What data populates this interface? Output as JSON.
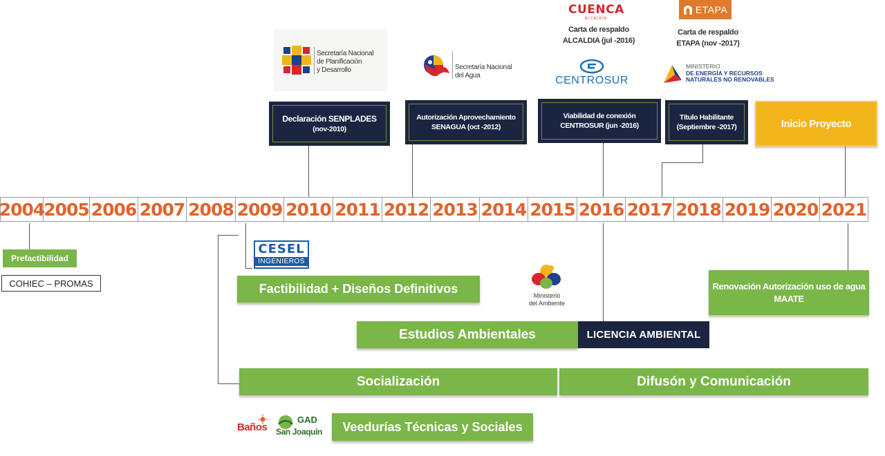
{
  "years": [
    "2004",
    "2005",
    "2006",
    "2007",
    "2008",
    "2009",
    "2010",
    "2011",
    "2012",
    "2013",
    "2014",
    "2015",
    "2016",
    "2017",
    "2018",
    "2019",
    "2020",
    "2021"
  ],
  "milestones": {
    "senplades": {
      "line1": "Declaración SENPLADES",
      "line2": "(nov-2010)"
    },
    "senagua": {
      "line1": "Autorización Aprovechamiento",
      "line2": "SENAGUA (oct -2012)"
    },
    "centrosur": {
      "line1": "Viabilidad de conexión",
      "line2": "CENTROSUR (jun -2016)"
    },
    "titulo": {
      "line1": "Título Habilitante",
      "line2": "(Septiembre -2017)"
    },
    "inicio": "Inicio Proyecto"
  },
  "captions": {
    "alcaldia": {
      "line1": "Carta de respaldo",
      "line2": "ALCALDIA (jul -2016)"
    },
    "etapa": {
      "line1": "Carta de respaldo",
      "line2": "ETAPA (nov -2017)"
    }
  },
  "logos": {
    "senplades": {
      "line1": "Secretaría Nacional",
      "line2": "de Planificación",
      "line3": "y Desarrollo"
    },
    "senagua": {
      "line1": "Secretaría Nacional",
      "line2": "del Agua"
    },
    "cuenca": {
      "main": "CUENCA",
      "sub": "ALCALDÍA"
    },
    "etapa": "ETAPA",
    "centrosur": "CENTROSUR",
    "ministerio_energia": {
      "line1": "MINISTERIO",
      "line2": "DE ENERGÍA Y RECURSOS",
      "line3": "NATURALES NO RENOVABLES"
    },
    "cesel": {
      "main": "CESEL",
      "sub": "INGENIEROS"
    },
    "ambiente": {
      "line1": "Ministerio",
      "line2": "del Ambiente"
    },
    "banos": "Baños",
    "san_joaquin": {
      "main": "GAD",
      "sub": "San Joaquín"
    }
  },
  "phases": {
    "prefactibilidad": "Prefactibilidad",
    "cohiec": "COHIEC – PROMAS",
    "factibilidad": "Factibilidad + Diseños Definitivos",
    "estudios": "Estudios Ambientales",
    "licencia": "LICENCIA AMBIENTAL",
    "socializacion": "Socialización",
    "difusion": "Difusón y Comunicación",
    "veedurias": "Veedurías Técnicas y Sociales",
    "renovacion": {
      "line1": "Renovación Autorización uso de agua",
      "line2": "MAATE"
    }
  },
  "colors": {
    "green": "#7ab648",
    "navy": "#1b2541",
    "orange": "#e0642c",
    "gold": "#f2b61b"
  }
}
